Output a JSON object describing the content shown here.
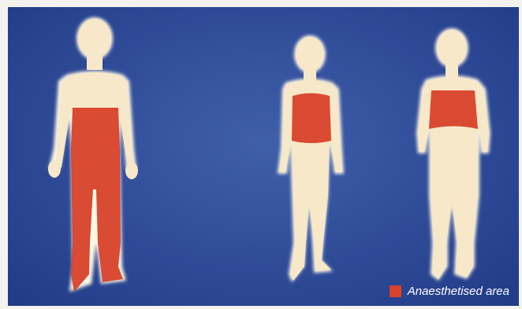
{
  "colors": {
    "background": "#2f4b98",
    "skin": "#f6e8c8",
    "outline": "#fff8e6",
    "anaesthetised": "#d8412a"
  },
  "figures": [
    {
      "view": "front",
      "anaesthetised_region": "legs-and-lower-trunk"
    },
    {
      "view": "front-three-quarter",
      "anaesthetised_region": "chest-band"
    },
    {
      "view": "back",
      "anaesthetised_region": "back-band"
    }
  ],
  "legend": {
    "label": "Anaesthetised area"
  }
}
